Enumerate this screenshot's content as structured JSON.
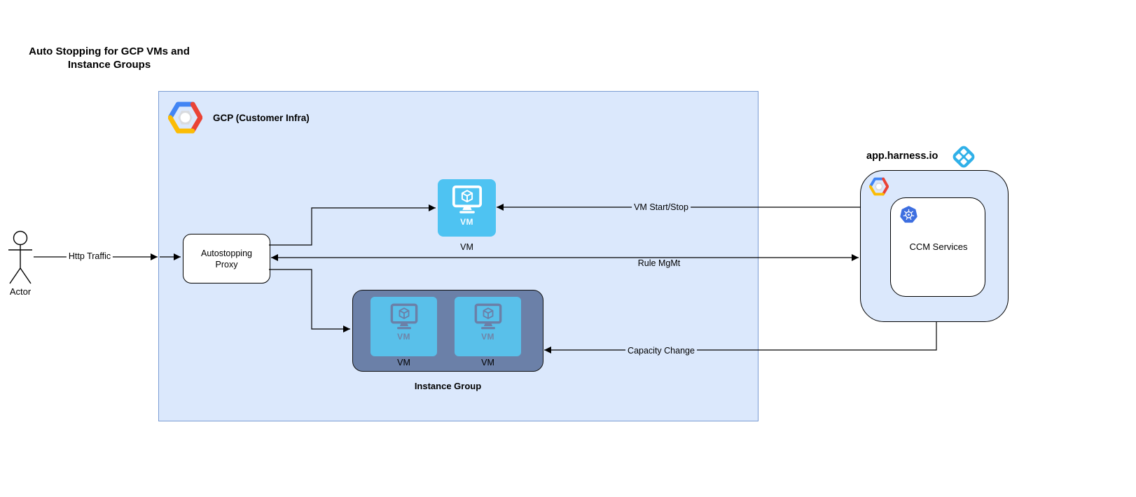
{
  "title": "Auto Stopping for GCP VMs and Instance Groups",
  "actor": {
    "label": "Actor"
  },
  "gcp": {
    "label": "GCP (Customer Infra)",
    "proxy": {
      "label": "Autostopping Proxy"
    },
    "vm": {
      "tile_text": "VM",
      "caption": "VM"
    },
    "instance_group": {
      "caption": "Instance Group",
      "vms": [
        {
          "tile_text": "VM",
          "caption": "VM"
        },
        {
          "tile_text": "VM",
          "caption": "VM"
        }
      ]
    }
  },
  "harness": {
    "label": "app.harness.io",
    "ccm_label": "CCM Services"
  },
  "edges": {
    "http_traffic": "Http Traffic",
    "vm_start_stop": "VM Start/Stop",
    "rule_mgmt": "Rule MgMt",
    "capacity_change": "Capacity Change"
  },
  "icons": {
    "gcp_logo": "gcp-hexagon-logo",
    "harness_logo": "harness-diamond-logo",
    "kubernetes_logo": "kubernetes-helm-wheel",
    "vm_monitor": "monitor-with-cube",
    "actor_figure": "uml-stick-figure"
  },
  "colors": {
    "canvas": "#ffffff",
    "gcp_box_fill": "#dbe8fc",
    "gcp_box_border": "#7b9cd3",
    "vm_tile_blue": "#4ec3f2",
    "instance_group_fill": "#6b80a8",
    "instance_group_tile_blue": "#59c0ea",
    "harness_box_fill": "#dbe8fc",
    "harness_logo_blue": "#2fb0e8",
    "kubernetes_blue": "#3e6fe0",
    "gcp_logo_blue": "#4285f4",
    "gcp_logo_red": "#ea4335",
    "gcp_logo_yellow": "#fbbc05",
    "connector": "#000000"
  }
}
